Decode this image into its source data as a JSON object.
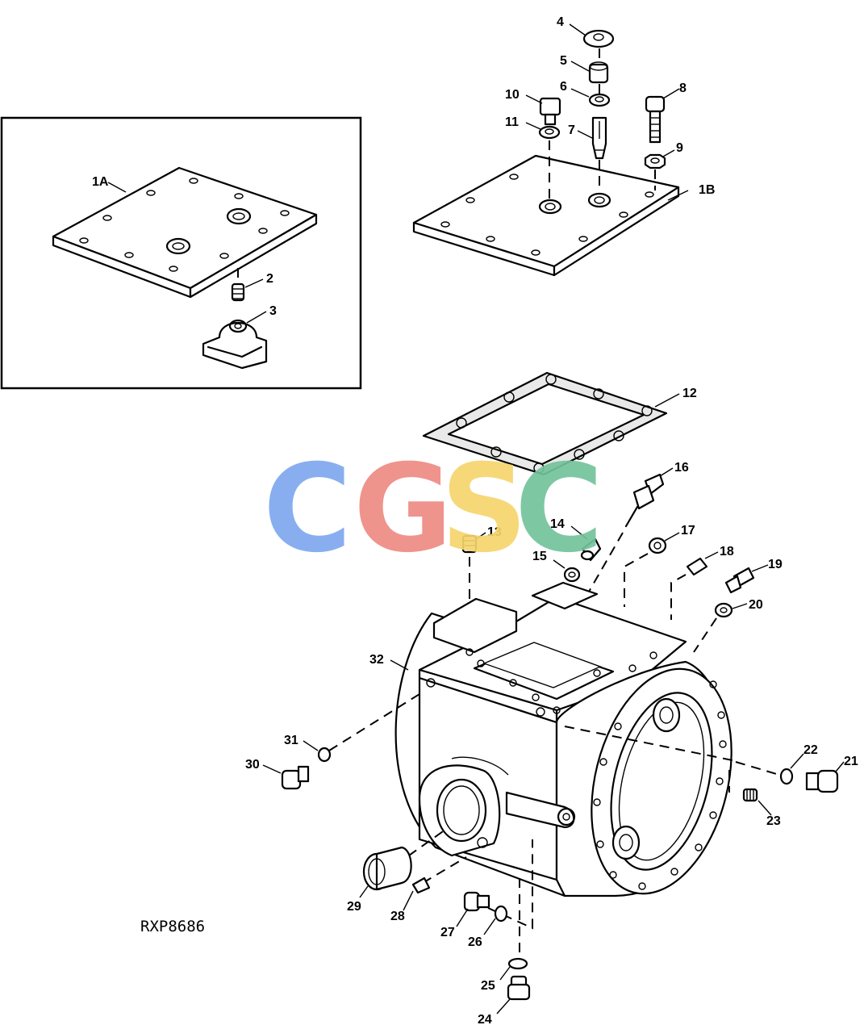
{
  "diagram": {
    "reference_code": "RXP8686",
    "watermark": {
      "letters": [
        "C",
        "G",
        "S",
        "C"
      ],
      "colors": [
        "#7ea8ee",
        "#ee8a84",
        "#f6d56e",
        "#74c39c"
      ]
    },
    "callouts": [
      {
        "id": "c1A",
        "text": "1A"
      },
      {
        "id": "c1B",
        "text": "1B"
      },
      {
        "id": "c2",
        "text": "2"
      },
      {
        "id": "c3",
        "text": "3"
      },
      {
        "id": "c4",
        "text": "4"
      },
      {
        "id": "c5",
        "text": "5"
      },
      {
        "id": "c6",
        "text": "6"
      },
      {
        "id": "c7",
        "text": "7"
      },
      {
        "id": "c8",
        "text": "8"
      },
      {
        "id": "c9",
        "text": "9"
      },
      {
        "id": "c10",
        "text": "10"
      },
      {
        "id": "c11",
        "text": "11"
      },
      {
        "id": "c12",
        "text": "12"
      },
      {
        "id": "c13",
        "text": "13"
      },
      {
        "id": "c14",
        "text": "14"
      },
      {
        "id": "c15",
        "text": "15"
      },
      {
        "id": "c16",
        "text": "16"
      },
      {
        "id": "c17",
        "text": "17"
      },
      {
        "id": "c18",
        "text": "18"
      },
      {
        "id": "c19",
        "text": "19"
      },
      {
        "id": "c20",
        "text": "20"
      },
      {
        "id": "c21",
        "text": "21"
      },
      {
        "id": "c22",
        "text": "22"
      },
      {
        "id": "c23",
        "text": "23"
      },
      {
        "id": "c24",
        "text": "24"
      },
      {
        "id": "c25",
        "text": "25"
      },
      {
        "id": "c26",
        "text": "26"
      },
      {
        "id": "c27",
        "text": "27"
      },
      {
        "id": "c28",
        "text": "28"
      },
      {
        "id": "c29",
        "text": "29"
      },
      {
        "id": "c30",
        "text": "30"
      },
      {
        "id": "c31",
        "text": "31"
      },
      {
        "id": "c32",
        "text": "32"
      }
    ]
  }
}
